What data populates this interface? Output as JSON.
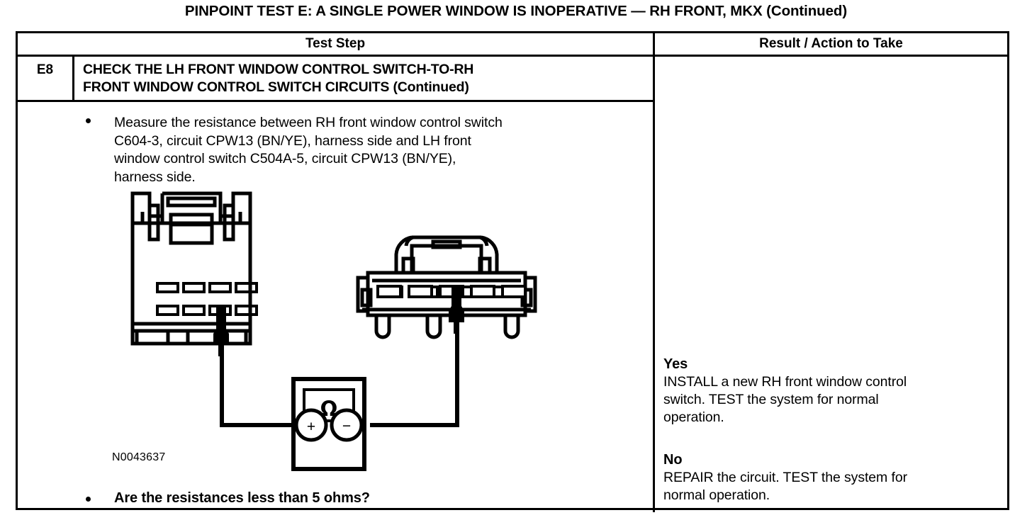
{
  "document": {
    "title": "PINPOINT TEST  E: A SINGLE POWER WINDOW IS INOPERATIVE — RH FRONT, MKX (Continued)"
  },
  "table": {
    "headers": {
      "test_step": "Test Step",
      "result_action": "Result / Action to Take"
    },
    "step": {
      "id": "E8",
      "title_line1": "CHECK THE LH FRONT WINDOW CONTROL SWITCH-TO-RH",
      "title_line2": "FRONT WINDOW CONTROL SWITCH CIRCUITS (Continued)"
    },
    "test_step_body": {
      "bullet_lines": [
        "Measure the resistance between RH front window control switch",
        "C604-3, circuit CPW13 (BN/YE), harness side and LH front",
        "window control switch C504A-5, circuit CPW13 (BN/YE),",
        "harness  side."
      ],
      "figure_id": "N0043637",
      "question": "Are the resistances less than 5 ohms?"
    },
    "results": [
      {
        "label": "Yes",
        "lines": [
          "INSTALL a new RH front window control",
          "switch. TEST the system for normal",
          "operation."
        ]
      },
      {
        "label": "No",
        "lines": [
          "REPAIR the circuit. TEST the system for",
          "normal operation."
        ]
      }
    ]
  },
  "figure": {
    "meter_symbol": "Ω",
    "meter_positive": "+",
    "meter_negative": "−",
    "left_connector_name": "lh-front-window-control-switch-connector",
    "right_connector_name": "rh-front-window-control-switch-connector",
    "ink_color": "#000000"
  }
}
